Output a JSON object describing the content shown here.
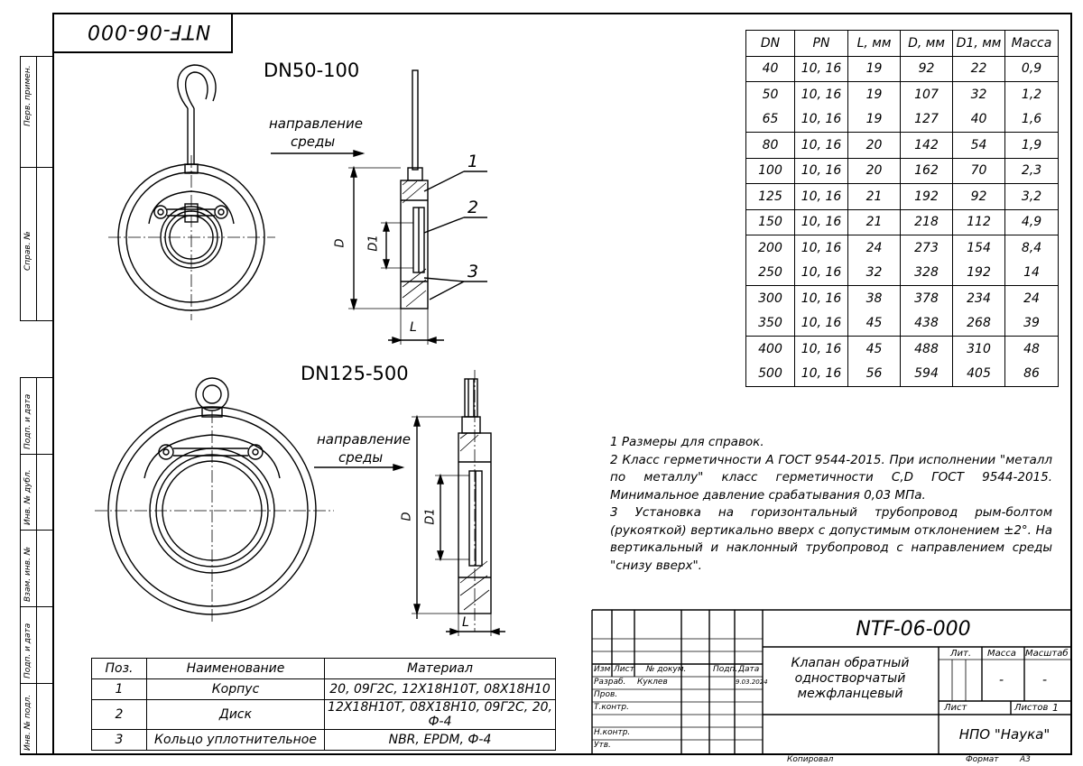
{
  "document": {
    "code": "NTF-06-000",
    "code_mirrored": "NTF-06-000",
    "views": {
      "small_title": "DN50-100",
      "large_title": "DN125-500",
      "flow_label_1": "направление",
      "flow_label_2": "среды",
      "dim_D": "D",
      "dim_D1": "D1",
      "dim_L": "L",
      "callouts": [
        "1",
        "2",
        "3"
      ]
    },
    "dimensions_table": {
      "headers": [
        "DN",
        "PN",
        "L, мм",
        "D, мм",
        "D1, мм",
        "Масса"
      ],
      "rows": [
        [
          "40",
          "10, 16",
          "19",
          "92",
          "22",
          "0,9"
        ],
        [
          "50",
          "10, 16",
          "19",
          "107",
          "32",
          "1,2"
        ],
        [
          "65",
          "10, 16",
          "19",
          "127",
          "40",
          "1,6"
        ],
        [
          "80",
          "10, 16",
          "20",
          "142",
          "54",
          "1,9"
        ],
        [
          "100",
          "10, 16",
          "20",
          "162",
          "70",
          "2,3"
        ],
        [
          "125",
          "10, 16",
          "21",
          "192",
          "92",
          "3,2"
        ],
        [
          "150",
          "10, 16",
          "21",
          "218",
          "112",
          "4,9"
        ],
        [
          "200",
          "10, 16",
          "24",
          "273",
          "154",
          "8,4"
        ],
        [
          "250",
          "10, 16",
          "32",
          "328",
          "192",
          "14"
        ],
        [
          "300",
          "10, 16",
          "38",
          "378",
          "234",
          "24"
        ],
        [
          "350",
          "10, 16",
          "45",
          "438",
          "268",
          "39"
        ],
        [
          "400",
          "10, 16",
          "45",
          "488",
          "310",
          "48"
        ],
        [
          "500",
          "10, 16",
          "56",
          "594",
          "405",
          "86"
        ]
      ]
    },
    "notes": [
      "1 Размеры для справок.",
      "2 Класс герметичности А ГОСТ 9544-2015. При исполнении \"металл по металлу\" класс герметичности C,D ГОСТ 9544-2015. Минимальное давление срабатывания 0,03 МПа.",
      "3 Установка на горизонтальный трубопровод рым-болтом (рукояткой) вертикально вверх с допустимым отклонением ±2°. На вертикальный и наклонный трубопровод с направлением среды \"снизу вверх\"."
    ],
    "spec_table": {
      "headers": [
        "Поз.",
        "Наименование",
        "Материал"
      ],
      "rows": [
        [
          "1",
          "Корпус",
          "20, 09Г2С, 12Х18Н10Т, 08Х18Н10"
        ],
        [
          "2",
          "Диск",
          "12Х18Н10Т, 08Х18Н10, 09Г2С, 20, Ф-4"
        ],
        [
          "3",
          "Кольцо уплотнительное",
          "NBR, EPDM, Ф-4"
        ]
      ]
    },
    "title_block": {
      "header_cols": [
        "Изм",
        "Лист",
        "№ докум.",
        "Подп.",
        "Дата"
      ],
      "row_labels": [
        "Разраб.",
        "Пров.",
        "Т.контр.",
        "Н.контр.",
        "Утв."
      ],
      "developer": "Куклев",
      "date": "9.03.2024",
      "designation": "NTF-06-000",
      "product_name_1": "Клапан обратный",
      "product_name_2": "одностворчатый",
      "product_name_3": "межфланцевый",
      "lit_label": "Лит.",
      "mass_label": "Масса",
      "scale_label": "Масштаб",
      "mass_value": "-",
      "scale_value": "-",
      "sheet_label": "Лист",
      "sheets_label": "Листов",
      "sheets_value": "1",
      "company": "НПО \"Наука\"",
      "copied": "Копировал",
      "format_label": "Формат",
      "format_value": "А3"
    },
    "side_stamps": [
      "Перв. примен.",
      "Справ. №",
      "Подп. и дата",
      "Инв. № дубл.",
      "Взам. инв. №",
      "Подп. и дата",
      "Инв. № подл."
    ]
  }
}
